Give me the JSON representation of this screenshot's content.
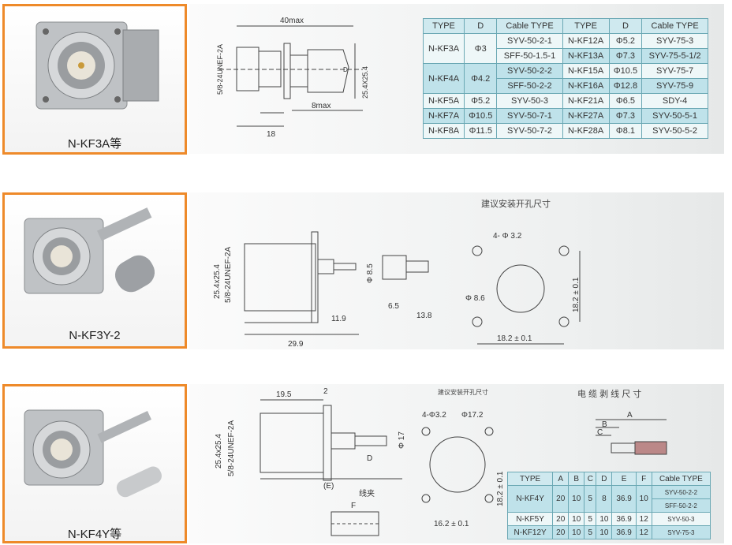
{
  "products": [
    {
      "caption": "N-KF3A等"
    },
    {
      "caption": "N-KF3Y-2"
    },
    {
      "caption": "N-KF4Y等"
    }
  ],
  "drawing1": {
    "length": "40max",
    "thread": "5/8-24UNEF-2A",
    "flange": "25.4X25.4",
    "d": "D",
    "dim18": "18",
    "dim8": "8max"
  },
  "table1": {
    "headers": [
      "TYPE",
      "D",
      "Cable TYPE",
      "TYPE",
      "D",
      "Cable TYPE"
    ],
    "left": [
      {
        "type": "N-KF3A",
        "d": "Φ3",
        "cables": [
          "SYV-50-2-1",
          "SFF-50-1.5-1"
        ]
      },
      {
        "type": "N-KF4A",
        "d": "Φ4.2",
        "cables": [
          "SYV-50-2-2",
          "SFF-50-2-2"
        ]
      },
      {
        "type": "N-KF5A",
        "d": "Φ5.2",
        "cables": [
          "SYV-50-3"
        ]
      },
      {
        "type": "N-KF7A",
        "d": "Φ10.5",
        "cables": [
          "SYV-50-7-1"
        ]
      },
      {
        "type": "N-KF8A",
        "d": "Φ11.5",
        "cables": [
          "SYV-50-7-2"
        ]
      }
    ],
    "right": [
      {
        "type": "N-KF12A",
        "d": "Φ5.2",
        "cable": "SYV-75-3"
      },
      {
        "type": "N-KF13A",
        "d": "Φ7.3",
        "cable": "SYV-75-5-1/2"
      },
      {
        "type": "N-KF15A",
        "d": "Φ10.5",
        "cable": "SYV-75-7"
      },
      {
        "type": "N-KF16A",
        "d": "Φ12.8",
        "cable": "SYV-75-9"
      },
      {
        "type": "N-KF21A",
        "d": "Φ6.5",
        "cable": "SDY-4"
      },
      {
        "type": "N-KF27A",
        "d": "Φ7.3",
        "cable": "SYV-50-5-1"
      },
      {
        "type": "N-KF28A",
        "d": "Φ8.1",
        "cable": "SYV-50-5-2"
      }
    ]
  },
  "drawing2": {
    "title": "建议安装开孔尺寸",
    "flange": "25.4x25.4",
    "thread": "5/8-24UNEF-2A",
    "d85": "Φ 8.5",
    "d119": "11.9",
    "d299": "29.9",
    "d65": "6.5",
    "d138": "13.8",
    "holes": "4- Φ 3.2",
    "center": "Φ 8.6",
    "v182": "18.2 ± 0.1",
    "h182": "18.2 ± 0.1"
  },
  "drawing3": {
    "title_mount": "建议安装开孔尺寸",
    "title_strip": "电 缆 剥 线 尺 寸",
    "d195": "19.5",
    "d2": "2",
    "flange": "25.4x25.4",
    "thread": "5/8-24UNEF-2A",
    "d17": "Φ 17",
    "dD": "D",
    "dE": "(E)",
    "cable": "线夹",
    "F": "F",
    "holes": "4-Φ3.2",
    "d172": "Φ17.2",
    "v182": "18.2 ± 0.1",
    "h162": "16.2 ± 0.1",
    "A": "A",
    "B": "B",
    "C": "C"
  },
  "table2": {
    "headers": [
      "TYPE",
      "A",
      "B",
      "C",
      "D",
      "E",
      "F",
      "Cable TYPE"
    ],
    "rows": [
      {
        "type": "N-KF4Y",
        "a": "20",
        "b": "10",
        "c": "5",
        "d": "8",
        "e": "36.9",
        "f": "10",
        "cables": [
          "SYV-50-2-2",
          "SFF-50-2-2"
        ]
      },
      {
        "type": "N-KF5Y",
        "a": "20",
        "b": "10",
        "c": "5",
        "d": "10",
        "e": "36.9",
        "f": "12",
        "cables": [
          "SYV-50-3"
        ]
      },
      {
        "type": "N-KF12Y",
        "a": "20",
        "b": "10",
        "c": "5",
        "d": "10",
        "e": "36.9",
        "f": "12",
        "cables": [
          "SYV-75-3"
        ]
      }
    ]
  }
}
